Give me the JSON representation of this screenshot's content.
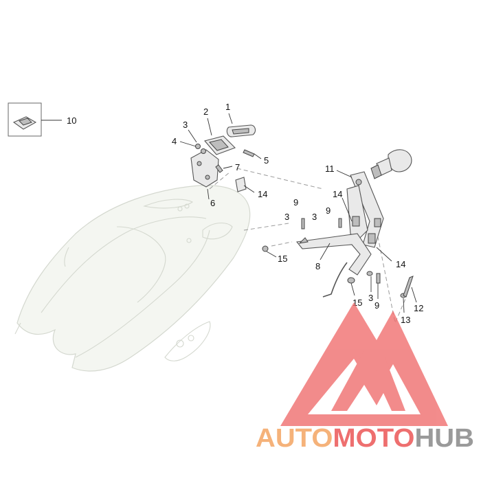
{
  "callouts": {
    "c1": "1",
    "c2": "2",
    "c3a": "3",
    "c4": "4",
    "c5": "5",
    "c6": "6",
    "c7": "7",
    "c8": "8",
    "c9a": "9",
    "c9b": "9",
    "c9c": "9",
    "c10": "10",
    "c11": "11",
    "c12": "12",
    "c13": "13",
    "c14a": "14",
    "c14b": "14",
    "c14c": "14",
    "c15a": "15",
    "c15b": "15",
    "c3b": "3",
    "c3c": "3",
    "c3d": "3"
  },
  "watermark": {
    "brand_part1": "AUTO",
    "brand_part2": "MOTO",
    "brand_part3": "HUB",
    "colors": {
      "auto": "#f5b27a",
      "moto": "#ee6f6f",
      "hub": "#9a9a9a",
      "logo": "#ef6b6b"
    }
  },
  "icons": [
    "clip-icon",
    "bolt-icon",
    "nut-icon",
    "washer-icon",
    "spacer-icon",
    "bracket-icon",
    "license-light-icon",
    "turn-signal-icon"
  ]
}
